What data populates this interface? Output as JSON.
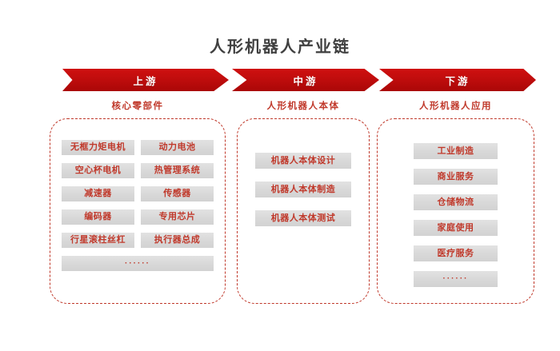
{
  "title": "人形机器人产业链",
  "stages": [
    {
      "arrow_label": "上游",
      "heading": "核心零部件"
    },
    {
      "arrow_label": "中游",
      "heading": "人形机器人本体"
    },
    {
      "arrow_label": "下游",
      "heading": "人形机器人应用"
    }
  ],
  "upstream": {
    "items": [
      "无框力矩电机",
      "动力电池",
      "空心杯电机",
      "热管理系统",
      "减速器",
      "传感器",
      "编码器",
      "专用芯片",
      "行星滚柱丝杠",
      "执行器总成"
    ],
    "more": "······"
  },
  "midstream": {
    "items": [
      "机器人本体设计",
      "机器人本体制造",
      "机器人本体测试"
    ]
  },
  "downstream": {
    "items": [
      "工业制造",
      "商业服务",
      "仓储物流",
      "家庭使用",
      "医疗服务"
    ],
    "more": "······"
  },
  "colors": {
    "arrow_red": "#c00d0d",
    "accent_red": "#c0392b",
    "chip_gray": "#d8d8d8",
    "title_gray": "#404040"
  }
}
